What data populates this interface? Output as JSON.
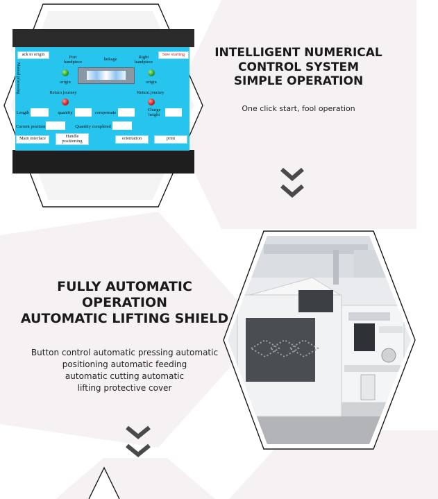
{
  "section1": {
    "heading_lines": [
      "INTELLIGENT NUMERICAL",
      "CONTROL SYSTEM",
      "SIMPLE OPERATION"
    ],
    "subtitle": "One click start, fool operation"
  },
  "hmi": {
    "back_to_origin": "ack to origin",
    "port_handpiece": [
      "Port",
      "handpiece"
    ],
    "linkage": "linkage",
    "right_handpiece": [
      "Right",
      "handpiece"
    ],
    "saw_starting": "Saw starting",
    "manual_processing": "Manual processing",
    "origin_left": "origin",
    "origin_right": "origin",
    "return_journey_left": "Return journey",
    "return_journey_right": "Return journey",
    "length": "Length",
    "quantity": "quantity",
    "compensate": "compensate",
    "charge_height": [
      "Charge",
      "height"
    ],
    "current_position": "Current position",
    "quantity_completed": "Quantity completed",
    "main_interface": "Main interface",
    "handle_positioning": [
      "Handle",
      "positioning"
    ],
    "orientation": "orientation",
    "print": "print",
    "colors": {
      "screen": "#27c5ee",
      "led_green": "#2e9a2a",
      "led_red": "#c81c1c",
      "frame": "#1d1d1d"
    }
  },
  "section2": {
    "heading_lines": [
      "FULLY AUTOMATIC",
      "OPERATION",
      "AUTOMATIC LIFTING SHIELD"
    ],
    "desc_lines": [
      "Button control automatic pressing automatic",
      "positioning automatic feeding",
      "automatic cutting automatic",
      "lifting protective cover"
    ]
  },
  "icons": [
    "double-chevron-down-icon",
    "double-chevron-down-icon"
  ]
}
